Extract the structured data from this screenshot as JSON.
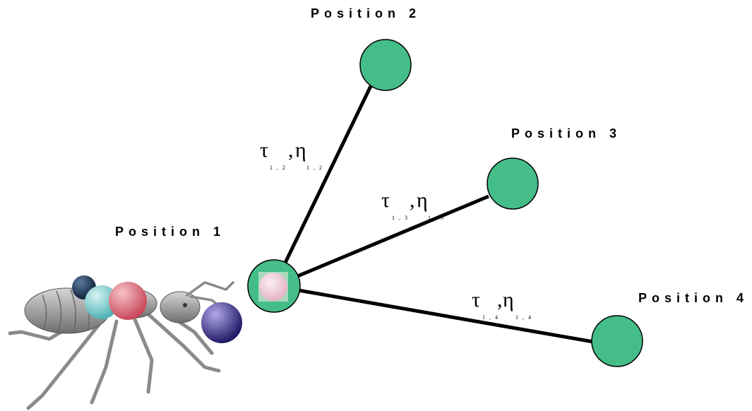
{
  "positions": [
    {
      "id": "p1",
      "label": "Position 1"
    },
    {
      "id": "p2",
      "label": "Position 2"
    },
    {
      "id": "p3",
      "label": "Position 3"
    },
    {
      "id": "p4",
      "label": "Position 4"
    }
  ],
  "edges": [
    {
      "from": "p1",
      "to": "p2",
      "tau": "τ",
      "tau_sub": "1 , 2",
      "sep": ",",
      "eta": "η",
      "eta_sub": "1 , 2"
    },
    {
      "from": "p1",
      "to": "p3",
      "tau": "τ",
      "tau_sub": "1 , 3",
      "sep": ",",
      "eta": "η",
      "eta_sub": "1 , 3"
    },
    {
      "from": "p1",
      "to": "p4",
      "tau": "τ",
      "tau_sub": "1 , 4",
      "sep": ",",
      "eta": "η",
      "eta_sub": "1 , 4"
    }
  ],
  "colors": {
    "node_fill": "#45bd88",
    "node_stroke": "#000000",
    "edge": "#000000",
    "ant_body": "#9a9a9a",
    "ball_navy": "#1c3554",
    "ball_cyan": "#7fd0d0",
    "ball_red": "#e06a78",
    "ball_purple": "#3b2f8f",
    "ball_pink": "#f2c8d6"
  },
  "icons": [
    "ant-icon"
  ]
}
